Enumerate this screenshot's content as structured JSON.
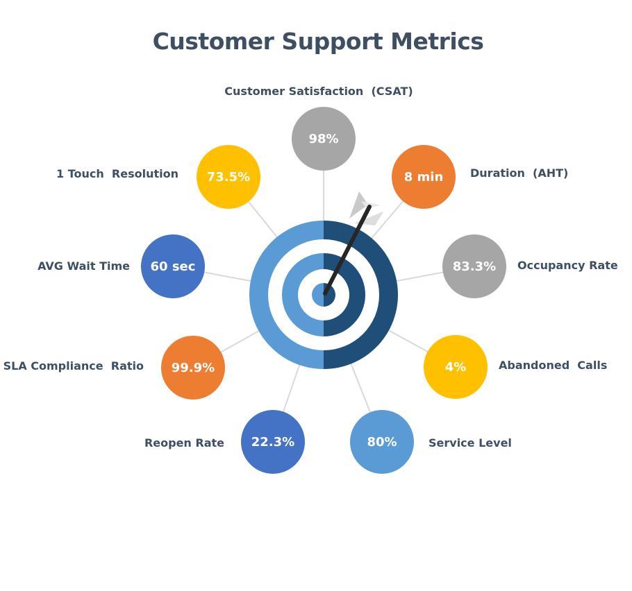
{
  "title": "Customer Support Metrics",
  "colors": {
    "title_text": "#3e4e63",
    "gray": "#a6a6a6",
    "orange": "#ed7d31",
    "yellow": "#ffc000",
    "blue": "#4472c4",
    "light_blue": "#5b9bd5",
    "target_dark": "#1f4e79",
    "target_light": "#5b9bd5",
    "connector": "#d9d9d9"
  },
  "icons": {
    "target": "bullseye-target-icon",
    "arrow": "dart-arrow-icon"
  },
  "metrics": [
    {
      "id": "csat",
      "label": "Customer Satisfaction  (CSAT)",
      "value": "98%",
      "color": "gray"
    },
    {
      "id": "aht",
      "label": "Duration  (AHT)",
      "value": "8 min",
      "color": "orange"
    },
    {
      "id": "occupancy",
      "label": "Occupancy Rate",
      "value": "83.3%",
      "color": "gray"
    },
    {
      "id": "abandoned",
      "label": "Abandoned  Calls",
      "value": "4%",
      "color": "yellow"
    },
    {
      "id": "service-level",
      "label": "Service Level",
      "value": "80%",
      "color": "light_blue"
    },
    {
      "id": "reopen",
      "label": "Reopen Rate",
      "value": "22.3%",
      "color": "blue"
    },
    {
      "id": "sla",
      "label": "SLA Compliance  Ratio",
      "value": "99.9%",
      "color": "orange"
    },
    {
      "id": "wait",
      "label": "AVG Wait Time",
      "value": "60 sec",
      "color": "blue"
    },
    {
      "id": "ftr",
      "label": "1 Touch  Resolution",
      "value": "73.5%",
      "color": "yellow"
    }
  ]
}
